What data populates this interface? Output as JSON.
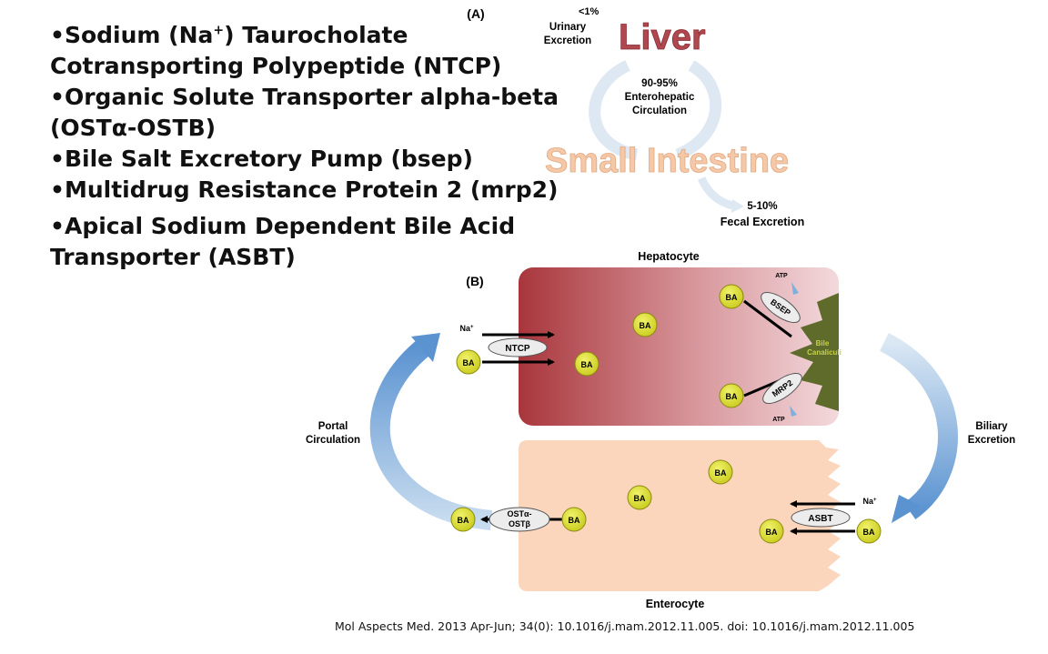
{
  "bullets": [
    {
      "pre": "•Sodium (Na",
      "sup": "+",
      "post": ") Taurocholate"
    },
    {
      "text": "Cotransporting Polypeptide (NTCP)"
    },
    {
      "text": "•Organic Solute Transporter alpha-beta"
    },
    {
      "text": "(OSTα-OSTΒ)"
    },
    {
      "text": "•Bile Salt Excretory Pump (bsep)"
    },
    {
      "text": "•Multidrug Resistance Protein 2 (mrp2)"
    },
    {
      "text": "•Apical Sodium Dependent Bile Acid"
    },
    {
      "text": "Transporter (ASBT)"
    }
  ],
  "panel_a": {
    "label": "(A)",
    "liver": "Liver",
    "small_intestine": "Small Intestine",
    "urinary_pct": "<1%",
    "urinary_line1": "Urinary",
    "urinary_line2": "Excretion",
    "entero_pct": "90-95%",
    "entero_line1": "Enterohepatic",
    "entero_line2": "Circulation",
    "fecal_pct": "5-10%",
    "fecal_label": "Fecal Excretion"
  },
  "panel_b": {
    "label": "(B)",
    "hepatocyte": "Hepatocyte",
    "enterocyte": "Enterocyte",
    "portal_line1": "Portal",
    "portal_line2": "Circulation",
    "biliary_line1": "Biliary",
    "biliary_line2": "Excretion",
    "na": "Na",
    "na_sup": "+",
    "ba": "BA",
    "ntcp": "NTCP",
    "bsep": "BSEP",
    "mrp2": "MRP2",
    "atp": "ATP",
    "bile_line1": "Bile",
    "bile_line2": "Canaliculi",
    "asbt": "ASBT",
    "ost_line1": "OSTα-",
    "ost_line2": "OSTβ"
  },
  "citation": "Mol Aspects Med. 2013 Apr-Jun; 34(0): 10.1016/j.mam.2012.11.005. doi:  10.1016/j.mam.2012.11.005",
  "colors": {
    "ba_fill": "#e2e330",
    "ba_stroke": "#8a8a10",
    "arrow_blue": "#6ea0d6",
    "hepatocyte_dark": "#a8363c",
    "hepatocyte_light": "#f1d3d6",
    "enterocyte": "#fbd6bd",
    "canaliculi": "#5f6b2a",
    "liver_text": "#b04850",
    "intestine_text": "#f5c8a8"
  }
}
